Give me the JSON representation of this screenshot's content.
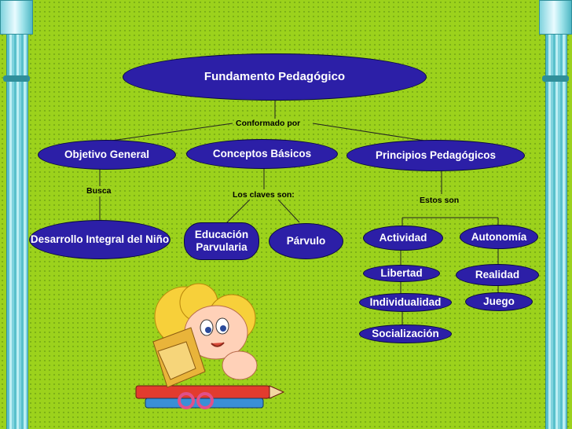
{
  "root": {
    "label": "Fundamento Pedagógico"
  },
  "connectors": {
    "conformado": "Conformado por",
    "busca": "Busca",
    "claves": "Los claves son:",
    "estos": "Estos son"
  },
  "branches": {
    "objetivo": {
      "label": "Objetivo General",
      "child": "Desarrollo Integral del Niño"
    },
    "conceptos": {
      "label": "Conceptos Básicos",
      "children": [
        "Educación Parvularia",
        "Párvulo"
      ]
    },
    "principios": {
      "label": "Principios Pedagógicos",
      "left_column": [
        "Actividad",
        "Libertad",
        "Individualidad",
        "Socialización"
      ],
      "right_column": [
        "Autonomía",
        "Realidad",
        "Juego"
      ]
    }
  },
  "colors": {
    "background": "#9cd21c",
    "node_fill": "#2c1fa7",
    "node_text": "#ffffff",
    "pillar": "#7fd3de"
  },
  "decorations": {
    "pillars": "greek-column-icon",
    "clipart": "child-with-school-supplies"
  }
}
